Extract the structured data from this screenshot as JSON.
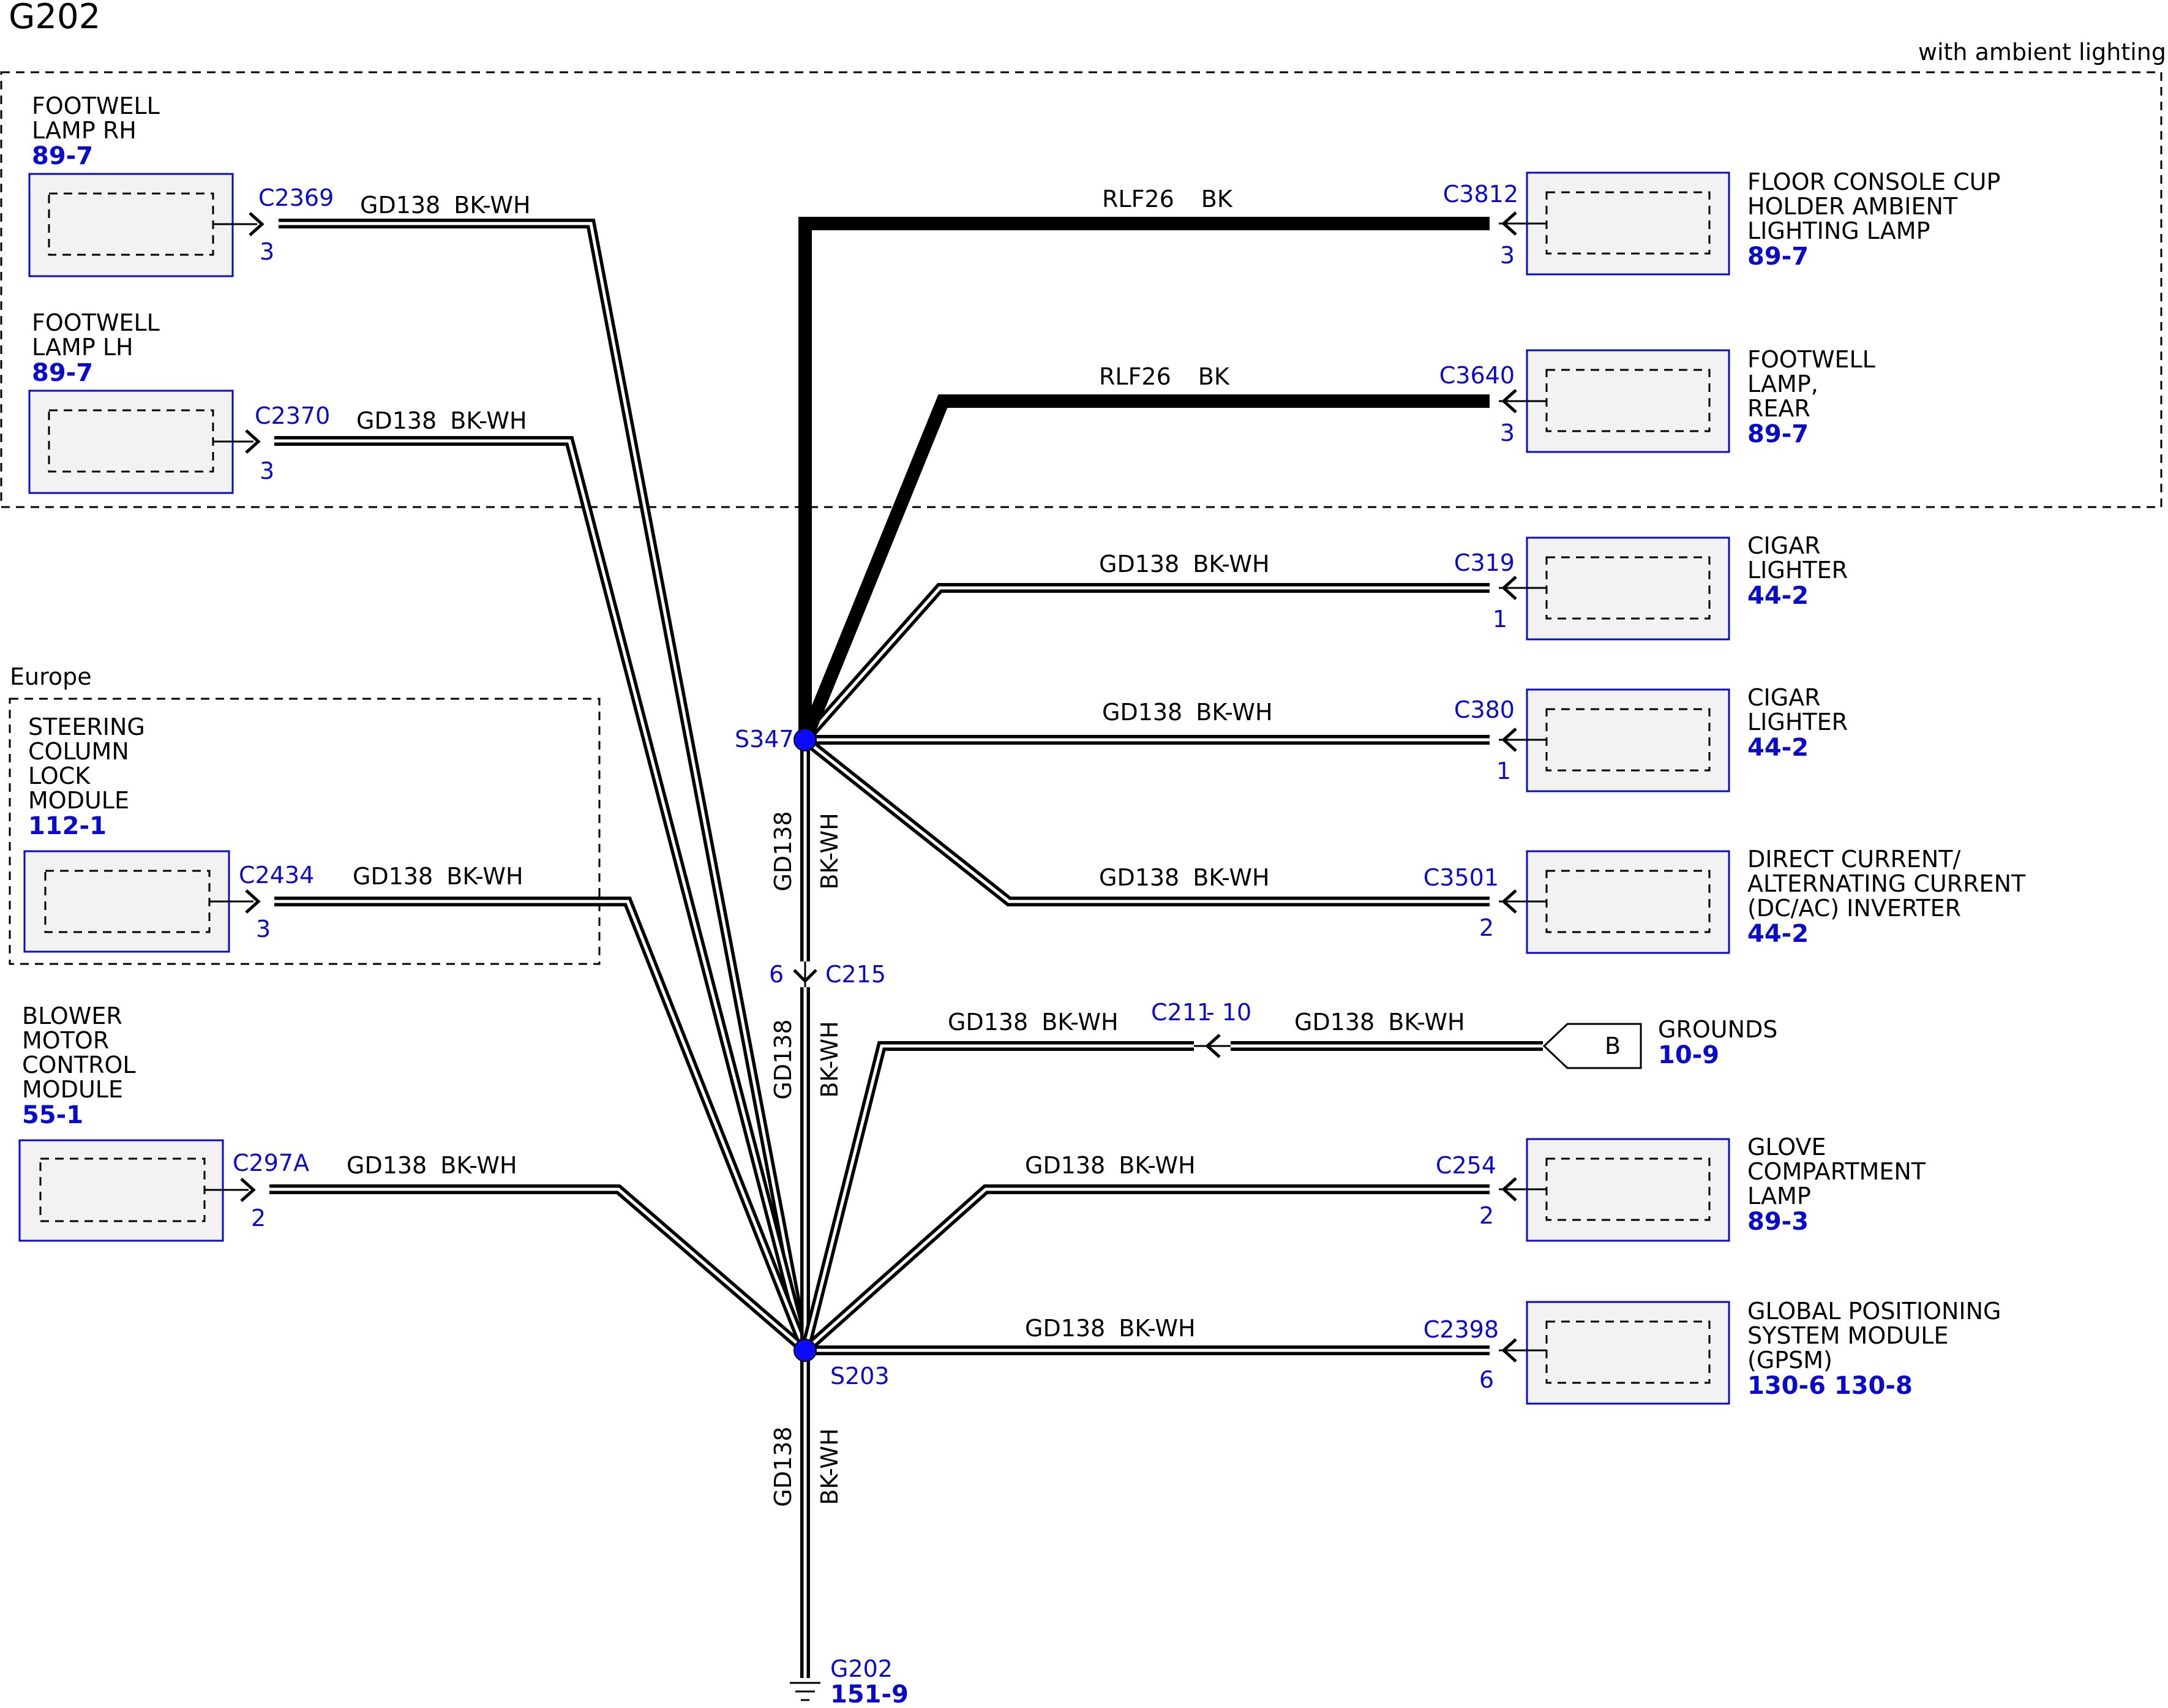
{
  "title": "G202",
  "colors": {
    "accent": "#0a0acc",
    "wire": "#000000",
    "box_fill": "#f2f2f2"
  },
  "regions": {
    "ambient": "with ambient lighting",
    "europe": "Europe"
  },
  "wire_labels": {
    "gd138": "GD138",
    "bkwh": "BK-WH",
    "rlf26": "RLF26",
    "bk": "BK"
  },
  "components": {
    "footwell_rh": {
      "lines": [
        "FOOTWELL",
        "LAMP RH"
      ],
      "ref": "89-7",
      "connector": "C2369",
      "pin": "3"
    },
    "footwell_lh": {
      "lines": [
        "FOOTWELL",
        "LAMP LH"
      ],
      "ref": "89-7",
      "connector": "C2370",
      "pin": "3"
    },
    "steering_lock": {
      "lines": [
        "STEERING",
        "COLUMN",
        "LOCK",
        "MODULE"
      ],
      "ref": "112-1",
      "connector": "C2434",
      "pin": "3"
    },
    "blower_motor": {
      "lines": [
        "BLOWER",
        "MOTOR",
        "CONTROL",
        "MODULE"
      ],
      "ref": "55-1",
      "connector": "C297A",
      "pin": "2"
    },
    "cup_holder": {
      "lines": [
        "FLOOR CONSOLE CUP",
        "HOLDER AMBIENT",
        "LIGHTING LAMP"
      ],
      "ref": "89-7",
      "connector": "C3812",
      "pin": "3"
    },
    "footwell_rear": {
      "lines": [
        "FOOTWELL",
        "LAMP,",
        "REAR"
      ],
      "ref": "89-7",
      "connector": "C3640",
      "pin": "3"
    },
    "cigar_1": {
      "lines": [
        "CIGAR",
        "LIGHTER"
      ],
      "ref": "44-2",
      "connector": "C319",
      "pin": "1"
    },
    "cigar_2": {
      "lines": [
        "CIGAR",
        "LIGHTER"
      ],
      "ref": "44-2",
      "connector": "C380",
      "pin": "1"
    },
    "inverter": {
      "lines": [
        "DIRECT CURRENT/",
        "ALTERNATING CURRENT",
        "(DC/AC) INVERTER"
      ],
      "ref": "44-2",
      "connector": "C3501",
      "pin": "2"
    },
    "glove_lamp": {
      "lines": [
        "GLOVE",
        "COMPARTMENT",
        "LAMP"
      ],
      "ref": "89-3",
      "connector": "C254",
      "pin": "2"
    },
    "gpsm": {
      "lines": [
        "GLOBAL POSITIONING",
        "SYSTEM MODULE",
        "(GPSM)"
      ],
      "ref": "130-6 130-8",
      "connector": "C2398",
      "pin": "6"
    }
  },
  "grounds": {
    "label": "GROUNDS",
    "ref": "10-9",
    "tag": "B",
    "inline_connector": "C211",
    "inline_pin": "- 10"
  },
  "splices": {
    "s347": "S347",
    "s203": "S203"
  },
  "c215": {
    "connector": "C215",
    "pin": "6"
  },
  "ground_point": {
    "name": "G202",
    "ref": "151-9"
  }
}
